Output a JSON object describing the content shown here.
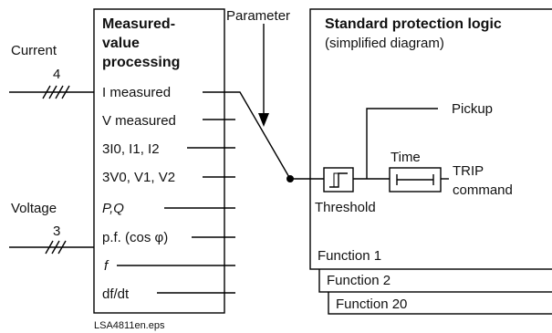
{
  "diagram": {
    "inputs": {
      "current_label": "Current",
      "current_count": "4",
      "voltage_label": "Voltage",
      "voltage_count": "3"
    },
    "mvp": {
      "title_line1": "Measured-",
      "title_line2": "value",
      "title_line3": "processing",
      "items": [
        {
          "text": "I  measured"
        },
        {
          "text": "V measured"
        },
        {
          "text": "3I0, I1, I2"
        },
        {
          "text": "3V0, V1, V2"
        },
        {
          "text": "P,Q"
        },
        {
          "text": "p.f. (cos φ)"
        },
        {
          "text": "f"
        },
        {
          "text": "df/dt"
        }
      ]
    },
    "parameter_label": "Parameter",
    "spl": {
      "title": "Standard protection logic",
      "subtitle": "(simplified diagram)",
      "pickup_label": "Pickup",
      "time_label": "Time",
      "trip_line1": "TRIP",
      "trip_line2": "command",
      "threshold_label": "Threshold",
      "functions": [
        "Function 1",
        "Function 2",
        "Function 20"
      ]
    },
    "footer_file": "LSA4811en.eps"
  }
}
